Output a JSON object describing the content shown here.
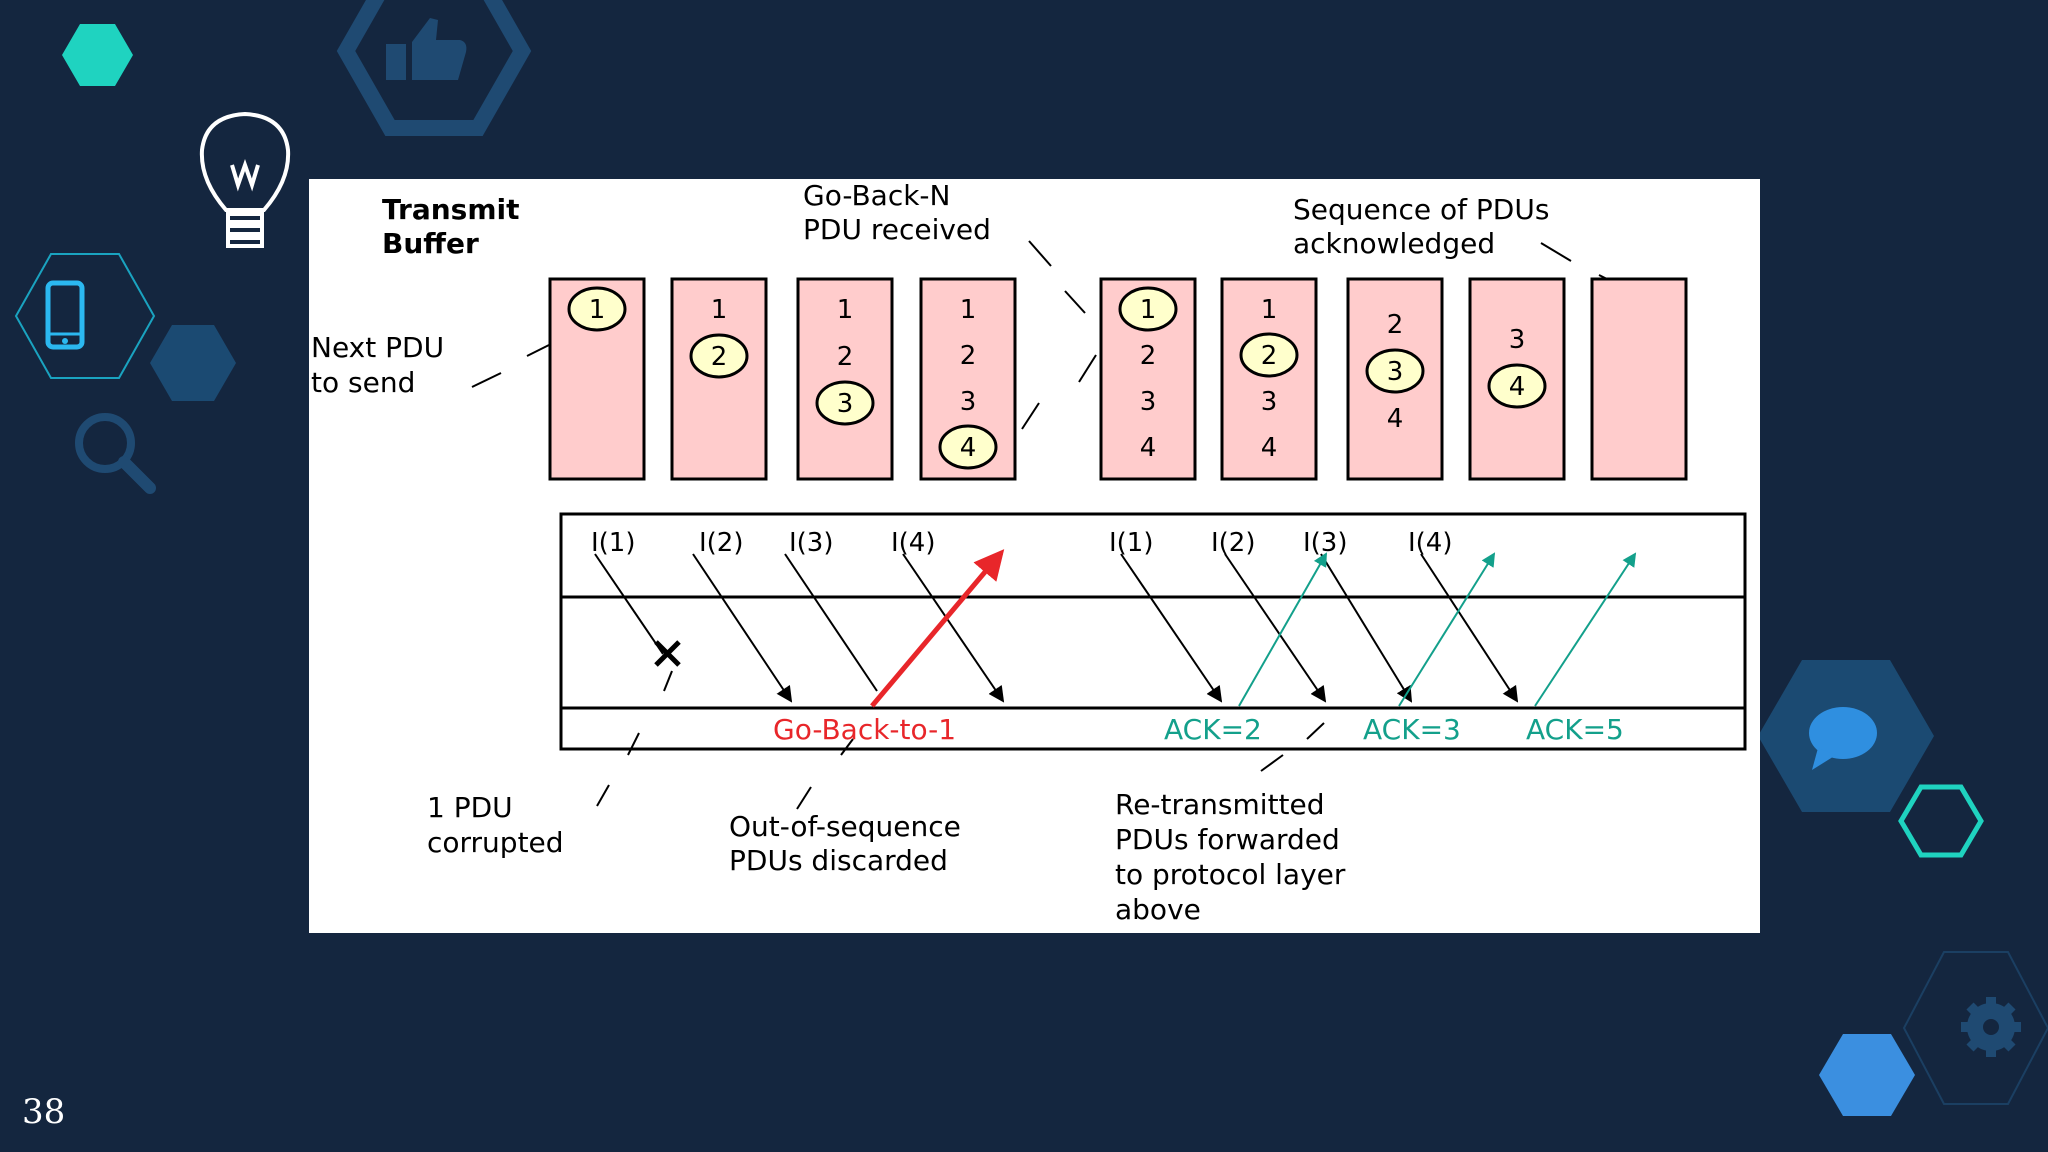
{
  "slide": {
    "number": "38"
  },
  "colors": {
    "background": "#14263f",
    "buffer_fill": "#ffcccc",
    "circle_fill": "#ffffcc",
    "red": "#e8262a",
    "ack": "#13a08b",
    "accent_teal": "#1fd3c0",
    "accent_blue": "#3b8fe0"
  },
  "icons": [
    "thumbs-up-icon",
    "lightbulb-icon",
    "phone-icon",
    "magnifier-icon",
    "chat-icon",
    "gear-icon"
  ],
  "diagram": {
    "transmit_buffer_label": [
      "Transmit",
      "Buffer"
    ],
    "go_back_n_label": [
      "Go-Back-N",
      "PDU  received"
    ],
    "sequence_label": [
      "Sequence of  PDUs",
      "acknowledged"
    ],
    "next_pdu_label": [
      "Next PDU",
      "to send"
    ],
    "buffers": [
      {
        "items": [
          "1"
        ],
        "circled": "1"
      },
      {
        "items": [
          "1",
          "2"
        ],
        "circled": "2"
      },
      {
        "items": [
          "1",
          "2",
          "3"
        ],
        "circled": "3"
      },
      {
        "items": [
          "1",
          "2",
          "3",
          "4"
        ],
        "circled": "4"
      },
      {
        "items": [
          "1",
          "2",
          "3",
          "4"
        ],
        "circled": "1"
      },
      {
        "items": [
          "1",
          "2",
          "3",
          "4"
        ],
        "circled": "2"
      },
      {
        "items": [
          "2",
          "3",
          "4"
        ],
        "circled": "3"
      },
      {
        "items": [
          "3",
          "4"
        ],
        "circled": "4"
      },
      {
        "items": [],
        "circled": ""
      }
    ],
    "frames": [
      "I(1)",
      "I(2)",
      "I(3)",
      "I(4)",
      "I(1)",
      "I(2)",
      "I(3)",
      "I(4)"
    ],
    "go_back_to_1": "Go-Back-to-1",
    "acks": [
      "ACK=2",
      "ACK=3",
      "ACK=5"
    ],
    "corrupted_label": [
      "1  PDU",
      "corrupted"
    ],
    "discarded_label": [
      "Out-of-sequence",
      "PDUs discarded"
    ],
    "forwarded_label": [
      "Re-transmitted",
      "PDUs forwarded",
      "to protocol layer",
      "above"
    ]
  }
}
